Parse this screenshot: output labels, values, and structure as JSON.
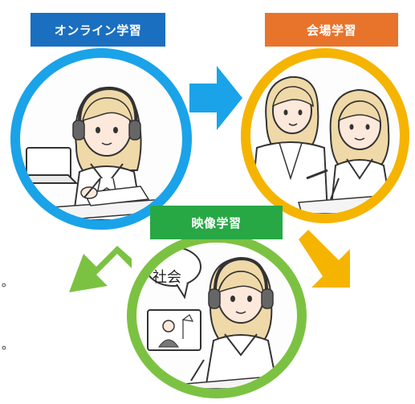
{
  "steps": [
    {
      "label": "オンライン学習",
      "color": "#1a6fc0",
      "ring_color": "#1aa3e8"
    },
    {
      "label": "会場学習",
      "color": "#e8742c",
      "ring_color": "#f5b400"
    },
    {
      "label": "映像学習",
      "color": "#27a845",
      "ring_color": "#7cc242"
    }
  ],
  "speech_bubble": "社会",
  "stray_marks": {
    "left_dot": "｡",
    "left_period": "。"
  },
  "colors": {
    "arrow_blue": "#1aa3e8",
    "arrow_yellow": "#f5b400",
    "arrow_green": "#7cc242"
  }
}
